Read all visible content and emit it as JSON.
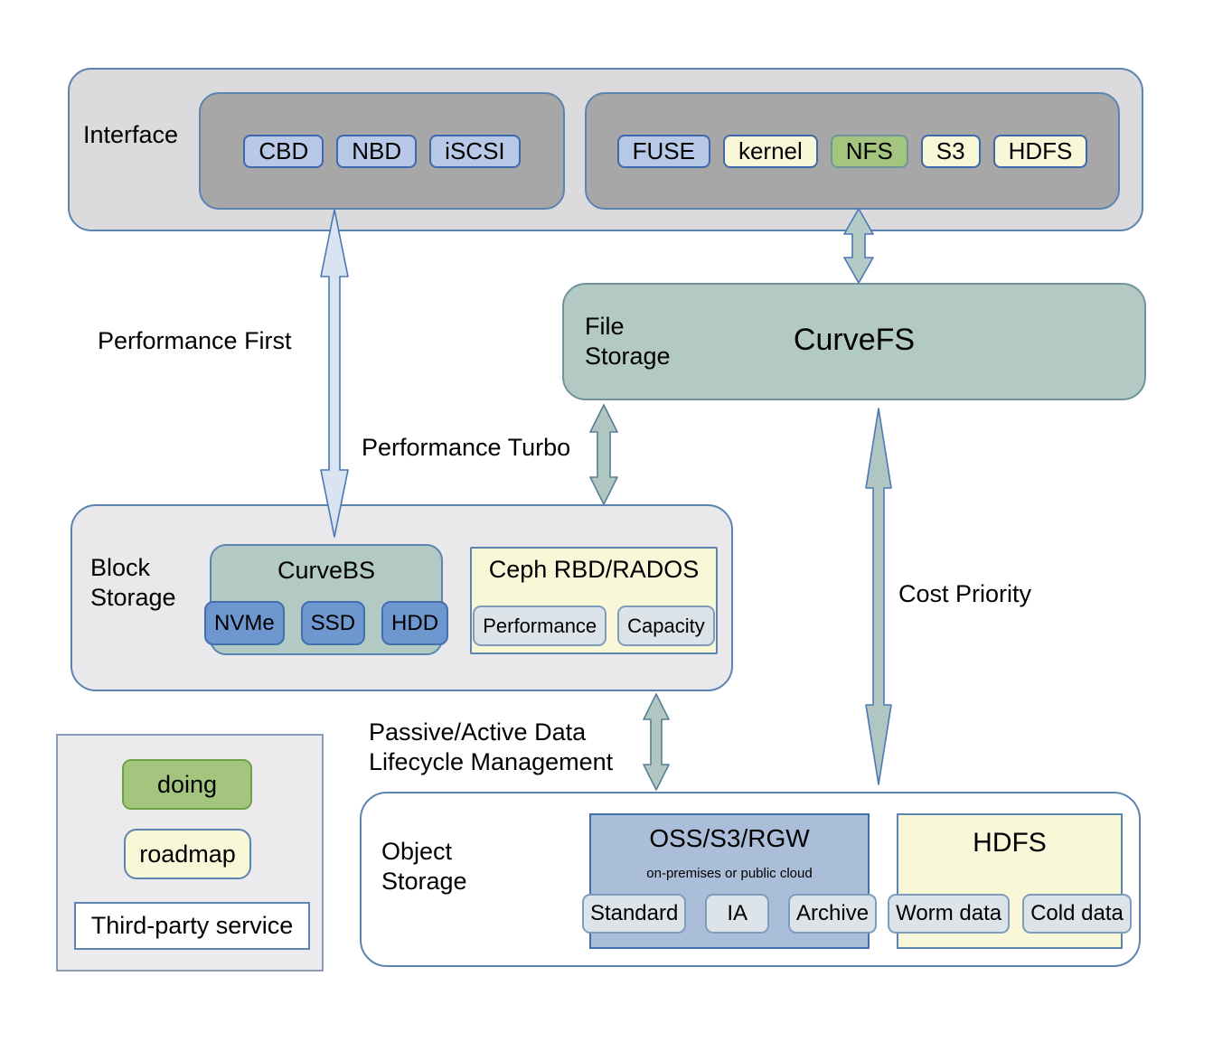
{
  "colors": {
    "panel_gray": "#dbdbdd",
    "inner_gray": "#a7a7a7",
    "teal": "#b3c9c4",
    "block_panel_gray": "#e9e9ec",
    "pale_yellow": "#f8f8d9",
    "chip_blue": "#b7c9e7",
    "chip_dark_blue": "#6e96cf",
    "chip_green": "#a3c57e",
    "chip_gray": "#dce3e9",
    "oss_blue": "#aabdd9",
    "border_blue": "#5b84b1",
    "arrow_light_blue": "#d9e3f2",
    "arrow_teal": "#b0c7c1"
  },
  "interface": {
    "label": "Interface",
    "block_chips": [
      {
        "label": "CBD"
      },
      {
        "label": "NBD"
      },
      {
        "label": "iSCSI"
      }
    ],
    "file_chips": [
      {
        "label": "FUSE"
      },
      {
        "label": "kernel"
      },
      {
        "label": "NFS"
      },
      {
        "label": "S3"
      },
      {
        "label": "HDFS"
      }
    ]
  },
  "file_storage": {
    "label": "File Storage",
    "title": "CurveFS"
  },
  "block_storage": {
    "label": "Block Storage",
    "curvebs": {
      "title": "CurveBS",
      "chips": [
        {
          "label": "NVMe"
        },
        {
          "label": "SSD"
        },
        {
          "label": "HDD"
        }
      ]
    },
    "ceph": {
      "title": "Ceph RBD/RADOS",
      "chips": [
        {
          "label": "Performance"
        },
        {
          "label": "Capacity"
        }
      ]
    }
  },
  "object_storage": {
    "label": "Object Storage",
    "oss": {
      "title": "OSS/S3/RGW",
      "subtitle": "on-premises or public cloud",
      "chips": [
        {
          "label": "Standard"
        },
        {
          "label": "IA"
        },
        {
          "label": "Archive"
        }
      ]
    },
    "hdfs": {
      "title": "HDFS",
      "chips": [
        {
          "label": "Worm data"
        },
        {
          "label": "Cold data"
        }
      ]
    }
  },
  "legend": {
    "doing": "doing",
    "roadmap": "roadmap",
    "third_party": "Third-party service"
  },
  "edges": {
    "performance_first": "Performance First",
    "performance_turbo": "Performance Turbo",
    "cost_priority": "Cost Priority",
    "lifecycle_line1": "Passive/Active Data",
    "lifecycle_line2": "Lifecycle Management"
  }
}
